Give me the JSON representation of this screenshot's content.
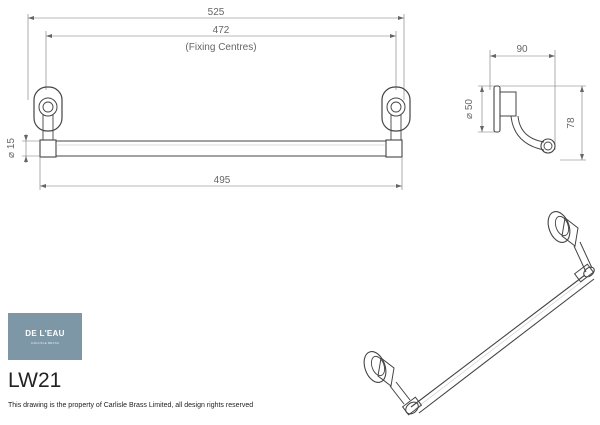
{
  "front_view": {
    "overall_length": "525",
    "fixing_centres": "472",
    "fixing_centres_note": "(Fixing Centres)",
    "bar_length": "495",
    "bar_diameter": "⌀ 15"
  },
  "side_view": {
    "projection": "90",
    "rose_diameter": "⌀ 50",
    "height": "78"
  },
  "brand": {
    "name": "DE L'EAU",
    "sub": "CARLISLE BRASS"
  },
  "product": {
    "code": "LW21",
    "disclaimer": "This drawing is the property of Carlisle Brass Limited, all design rights reserved"
  },
  "colors": {
    "logo_background": "#7e97a6",
    "line": "#444444"
  }
}
